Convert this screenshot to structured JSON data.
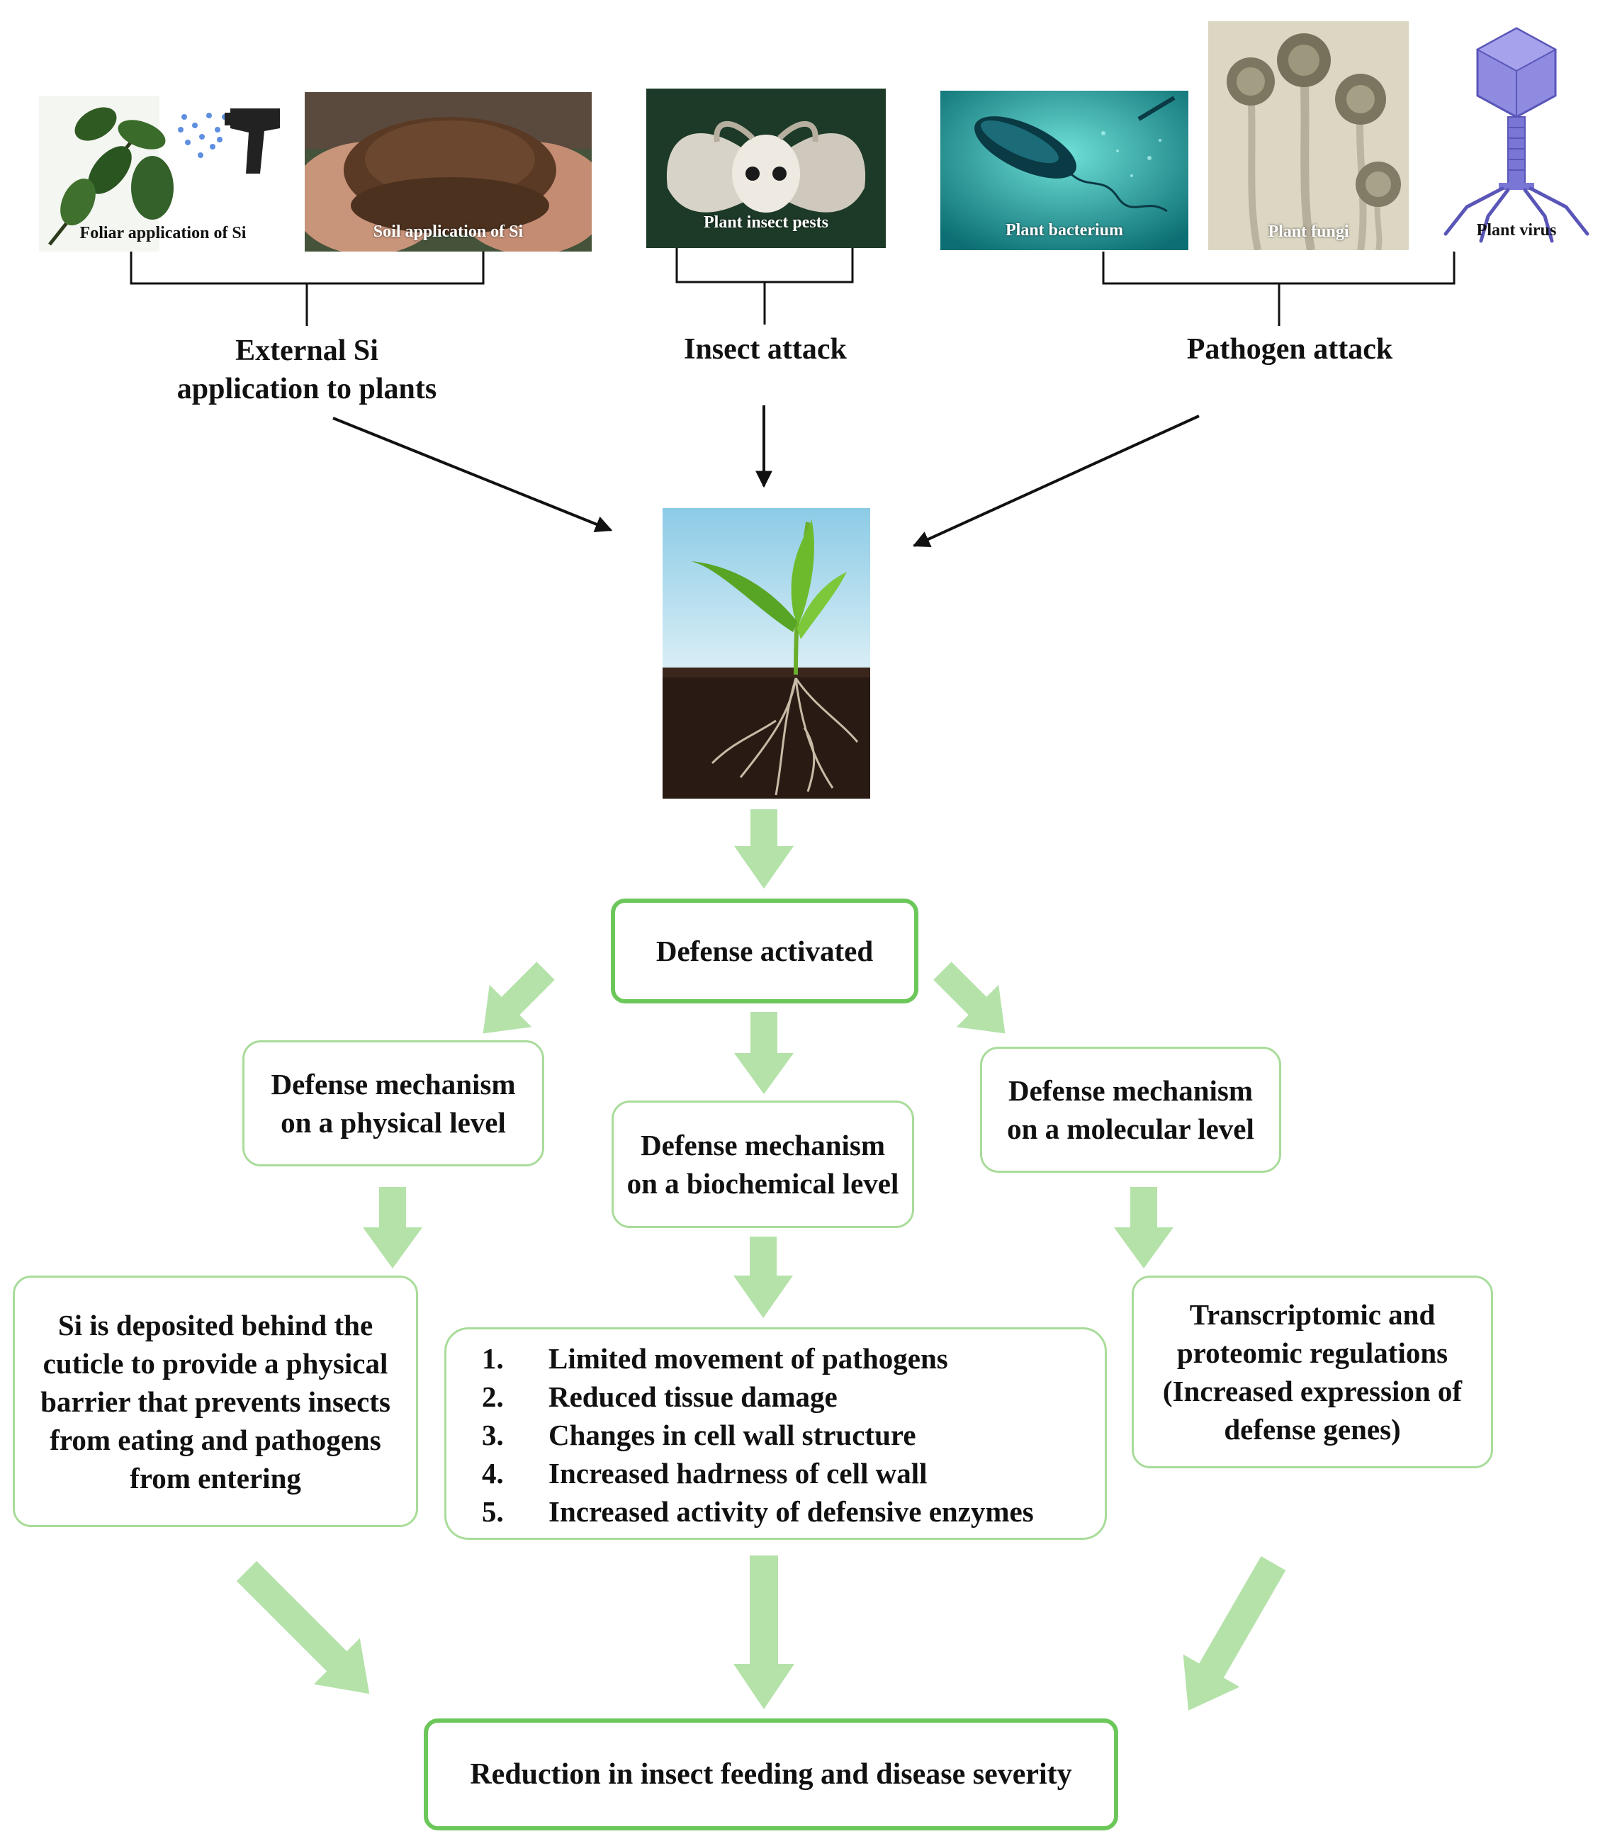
{
  "top_images": {
    "foliar": "Foliar application of Si",
    "soil": "Soil application of Si",
    "insect": "Plant insect pests",
    "bacterium": "Plant bacterium",
    "fungi": "Plant fungi",
    "virus": "Plant virus"
  },
  "group_labels": {
    "external_line1": "External Si",
    "external_line2": "application to plants",
    "insect": "Insect attack",
    "pathogen": "Pathogen attack"
  },
  "boxes": {
    "defense_activated": "Defense activated",
    "physical_level": "Defense mechanism on a physical level",
    "biochemical_level": "Defense mechanism on a biochemical level",
    "molecular_level": "Defense mechanism on a molecular level",
    "physical_detail": "Si is deposited behind the cuticle to provide a physical barrier that prevents insects from eating and pathogens from entering",
    "molecular_detail": "Transcriptomic and proteomic regulations (Increased expression of defense genes)",
    "final": "Reduction in insect feeding and disease severity"
  },
  "biochemical_effects": [
    {
      "num": "1.",
      "text": "Limited movement of pathogens"
    },
    {
      "num": "2.",
      "text": "Reduced tissue damage"
    },
    {
      "num": "3.",
      "text": "Changes in cell wall structure"
    },
    {
      "num": "4.",
      "text": "Increased hadrness of cell wall"
    },
    {
      "num": "5.",
      "text": "Increased activity of defensive enzymes"
    }
  ],
  "colors": {
    "box_border_light": "#a9dc9a",
    "box_border_strong": "#6cc75a",
    "block_arrow": "#b5e2a9",
    "line": "#111111"
  }
}
